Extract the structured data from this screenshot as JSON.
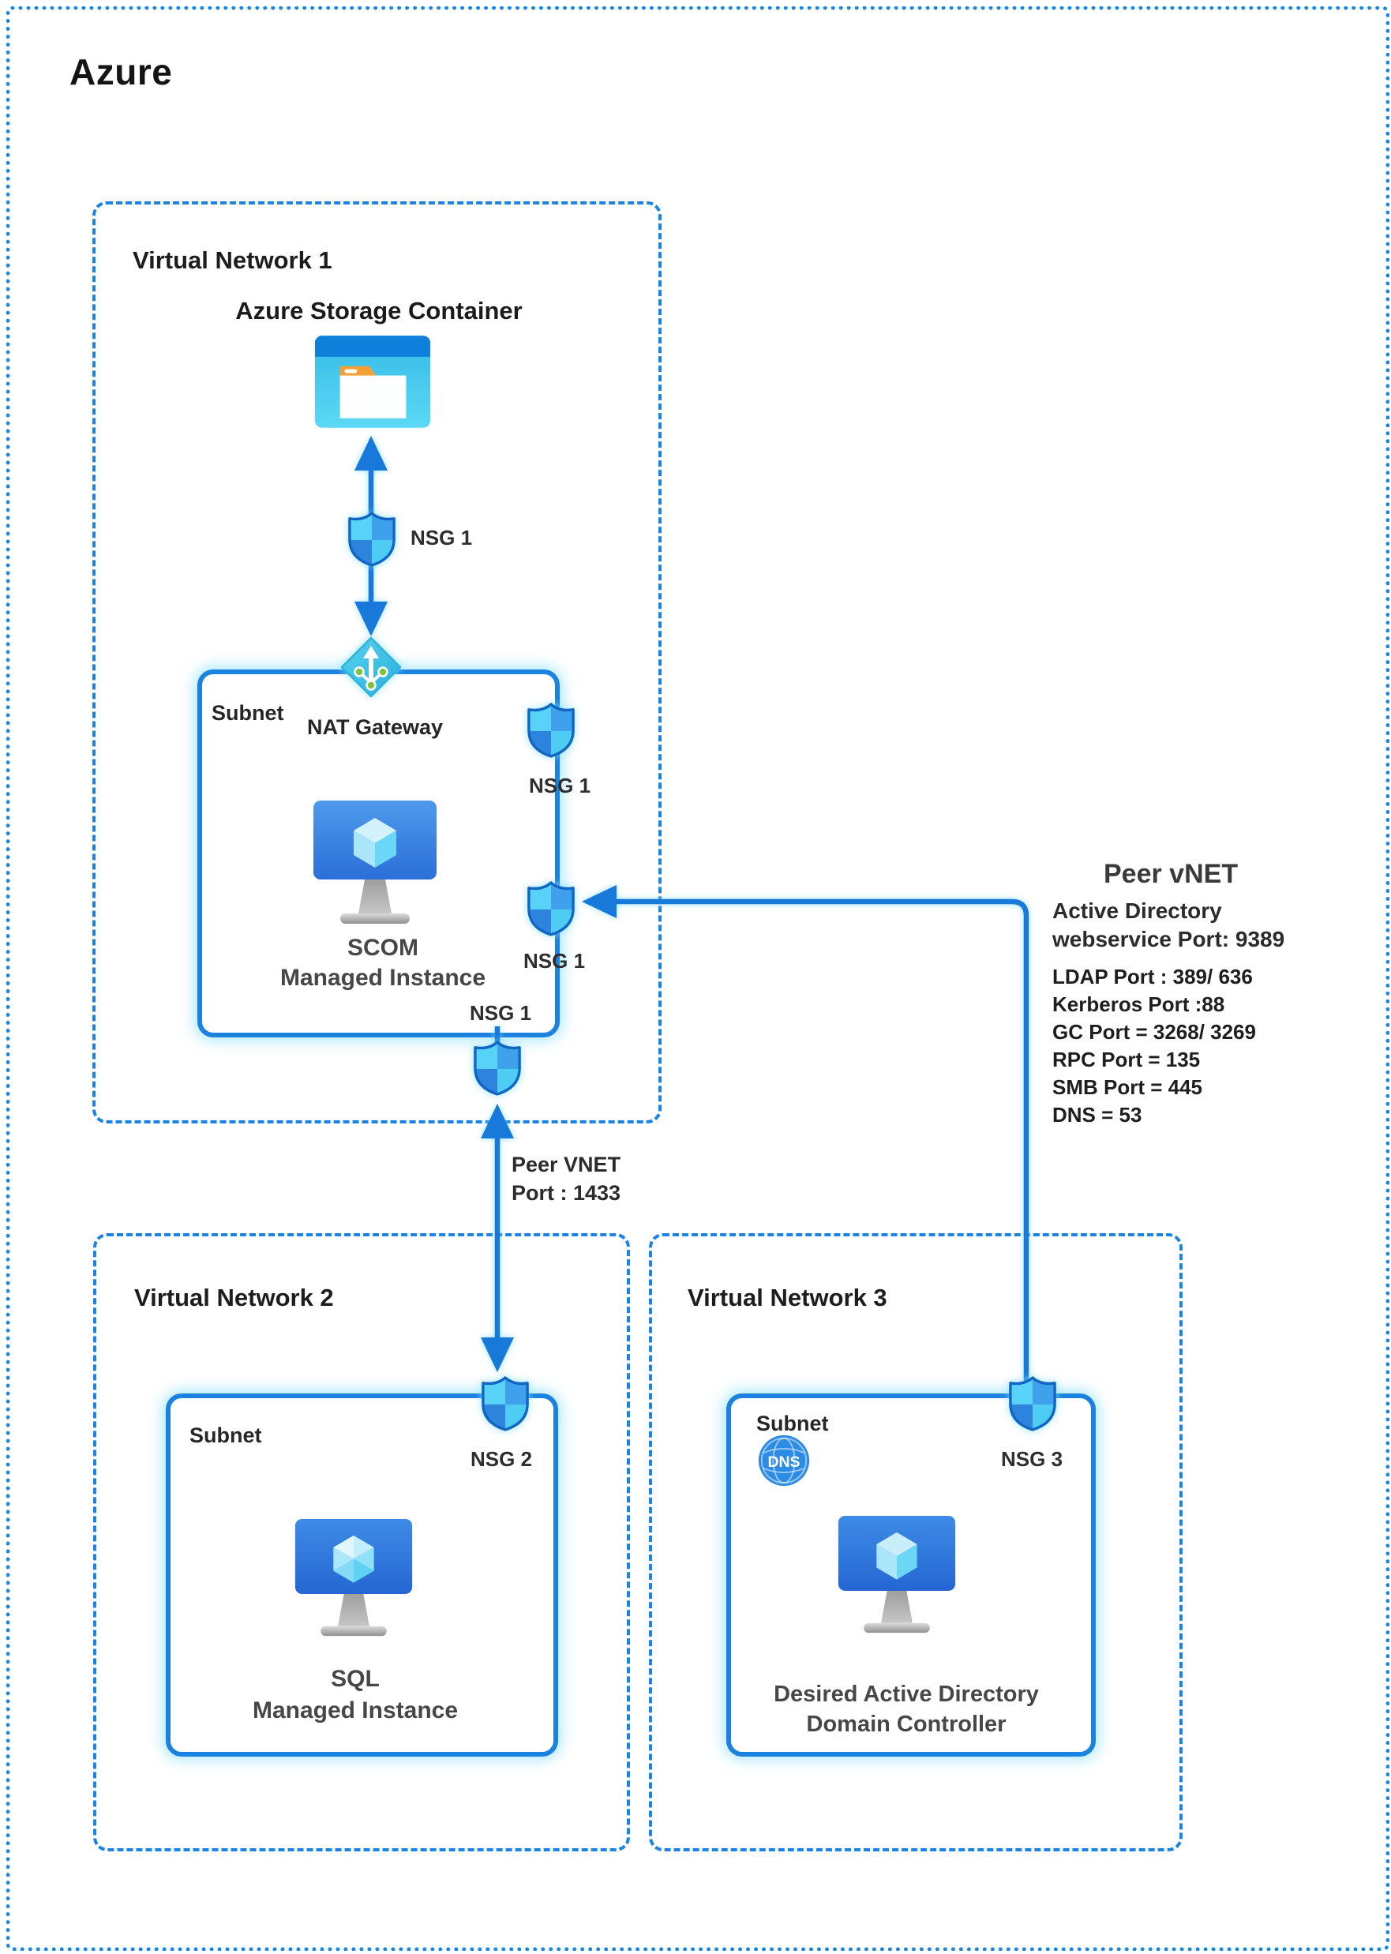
{
  "app": {
    "title": "Azure"
  },
  "colors": {
    "accent_line": "#1879DB",
    "dashed_border": "#1B83E3",
    "glow": "#7FDBFA",
    "shield_tl": "#58D2F6",
    "shield_tr": "#3FA0EB",
    "shield_bl": "#2E84DC",
    "shield_br": "#4FCCF3",
    "storage_header": "#0E7FDB",
    "folder_tab_orange": "#F2A033"
  },
  "vnet1": {
    "label": "Virtual Network 1",
    "storage_label": "Azure Storage Container",
    "nsg1_label": "NSG 1",
    "nat_label": "NAT Gateway",
    "subnet_label": "Subnet",
    "vm_line1": "SCOM",
    "vm_line2": "Managed Instance"
  },
  "link_vnet1_vnet2": {
    "line1": "Peer VNET",
    "line2": "Port : 1433"
  },
  "peer_note": {
    "title": "Peer vNET",
    "subtitle_line1": "Active Directory",
    "subtitle_line2": "webservice Port: 9389",
    "ports": [
      "LDAP Port : 389/ 636",
      "Kerberos Port :88",
      "GC Port = 3268/ 3269",
      "RPC Port = 135",
      "SMB Port = 445",
      "DNS = 53"
    ]
  },
  "vnet2": {
    "label": "Virtual Network 2",
    "subnet_label": "Subnet",
    "nsg_label": "NSG 2",
    "vm_line1": "SQL",
    "vm_line2": "Managed Instance"
  },
  "vnet3": {
    "label": "Virtual Network 3",
    "subnet_label": "Subnet",
    "dns_label": "DNS",
    "nsg_label": "NSG 3",
    "vm_line1": "Desired Active Directory",
    "vm_line2": "Domain Controller"
  }
}
